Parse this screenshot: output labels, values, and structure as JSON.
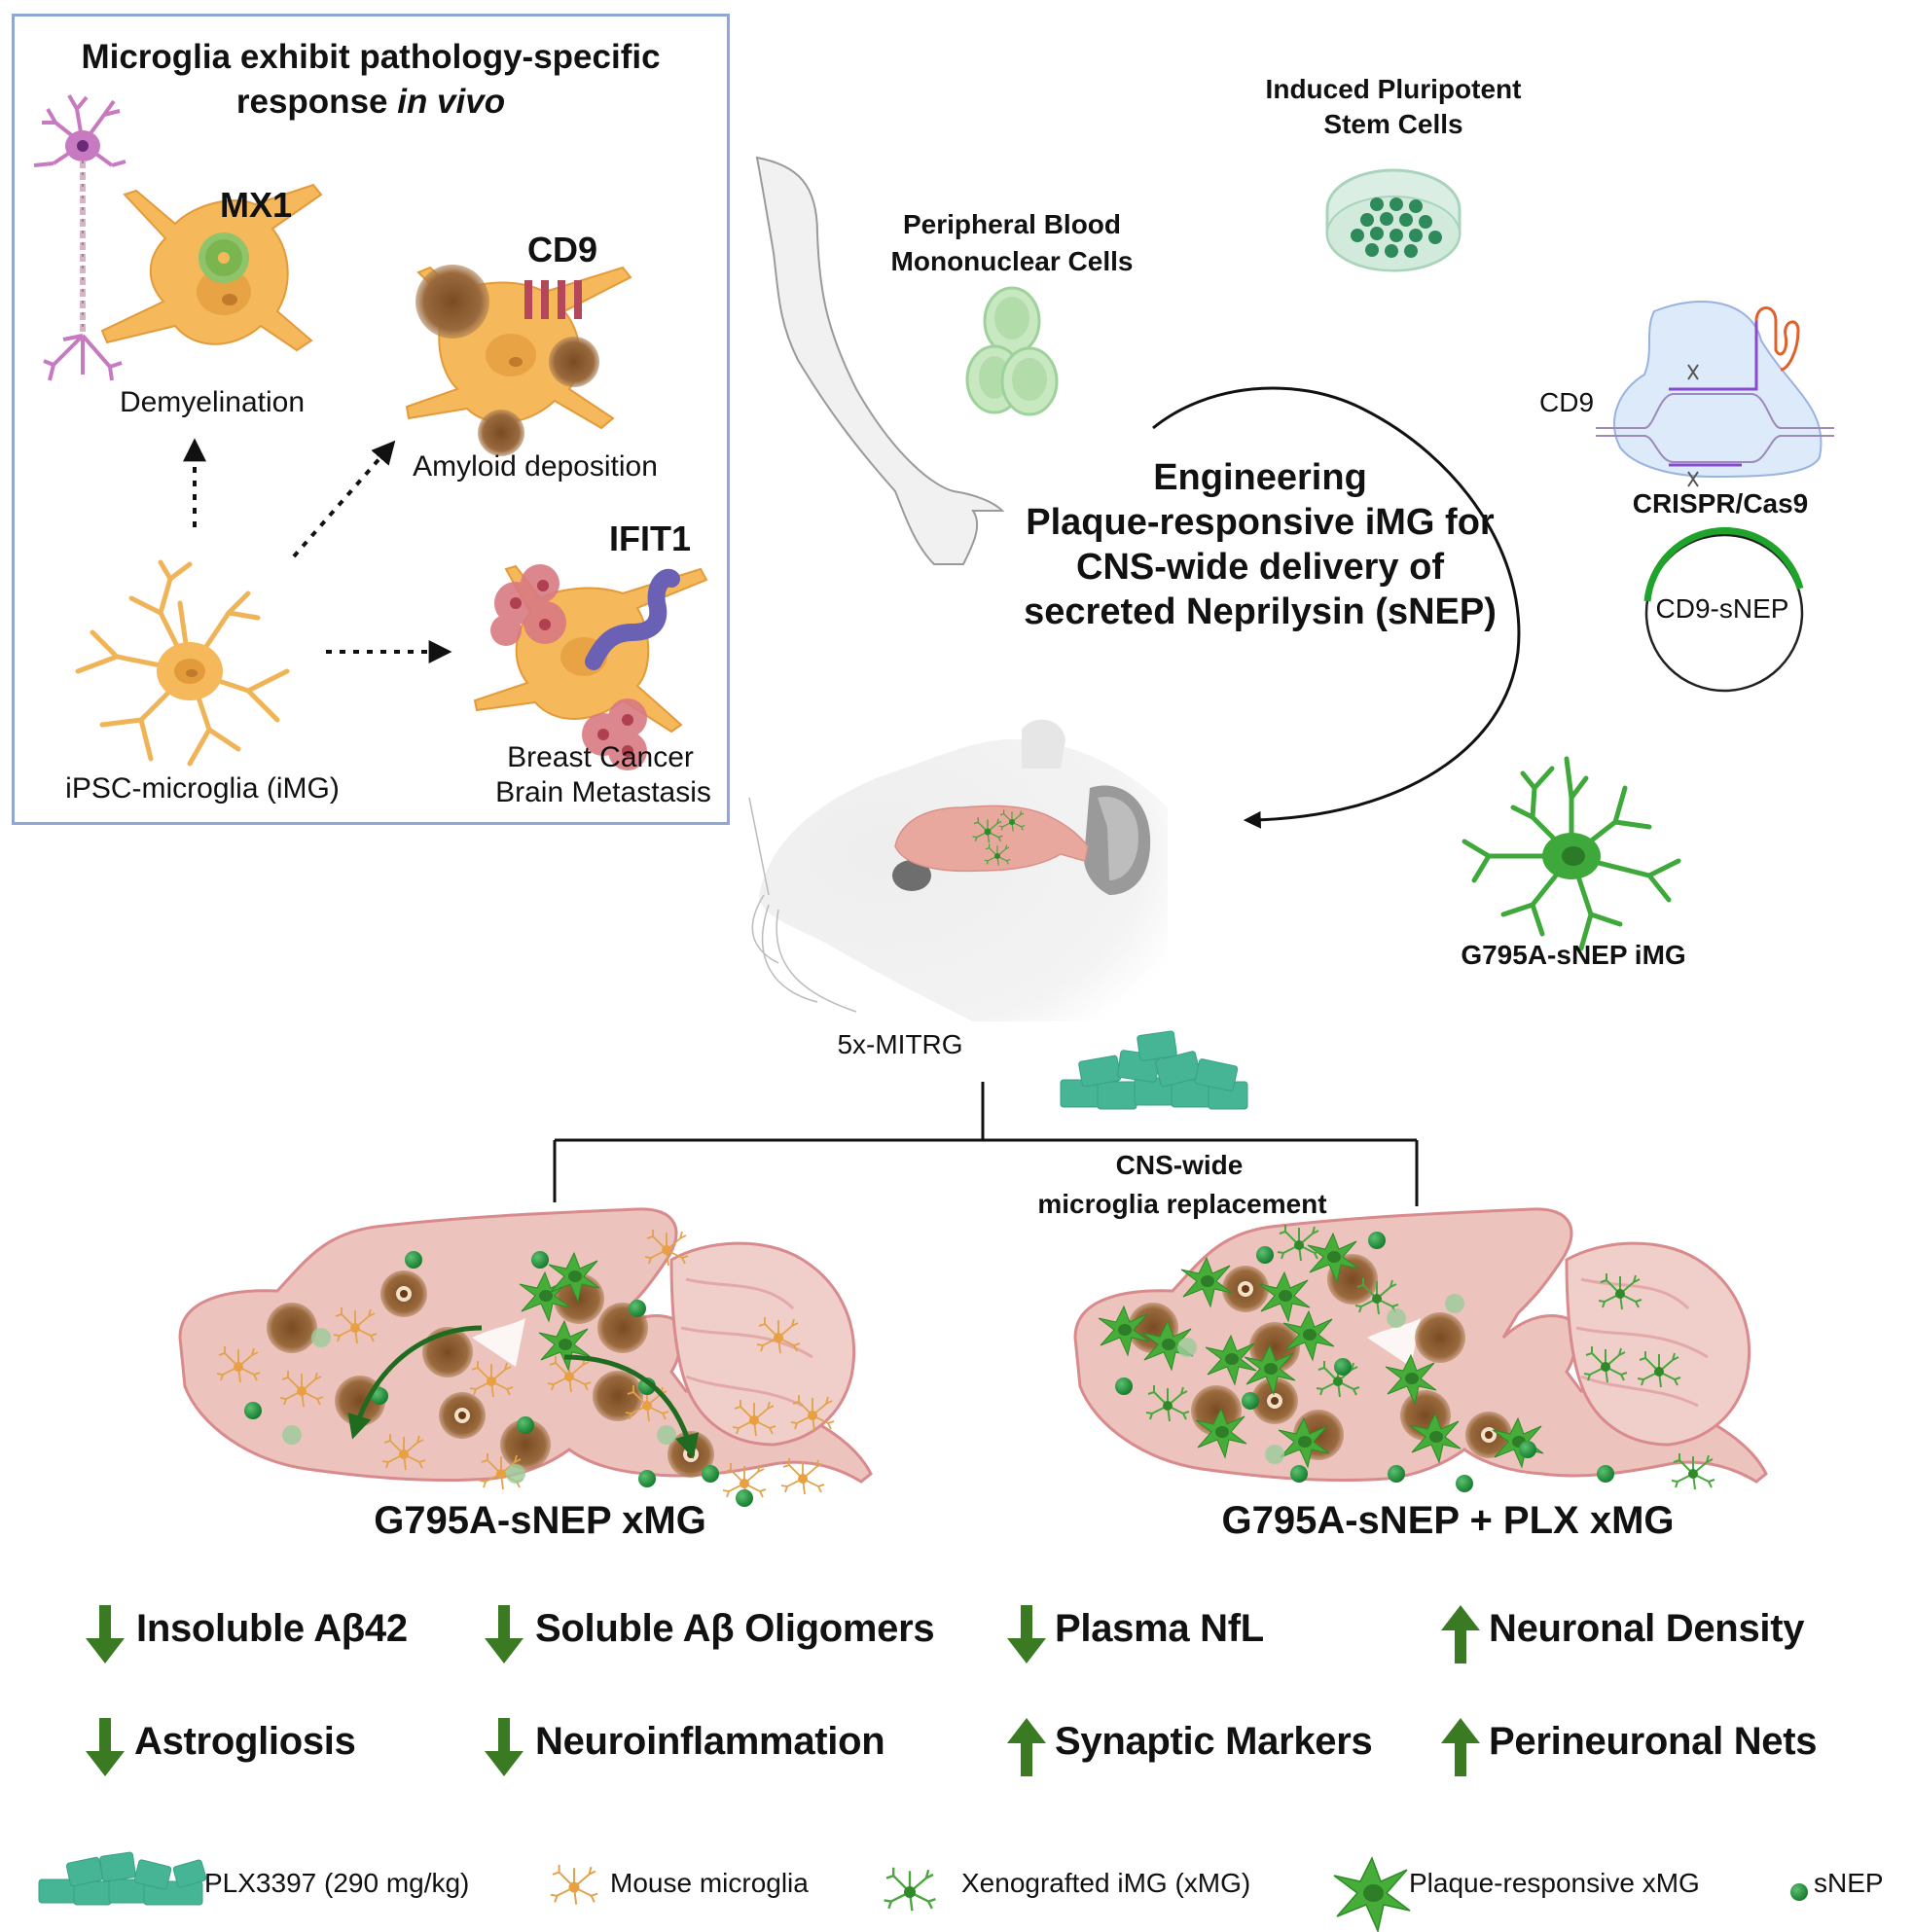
{
  "inset": {
    "title_line1": "Microglia exhibit pathology-specific",
    "title_line2_plain": "response ",
    "title_line2_italic": "in vivo",
    "markers": {
      "mx1": "MX1",
      "cd9": "CD9",
      "ifit1": "IFIT1"
    },
    "pathologies": {
      "demyelination": "Demyelination",
      "amyloid": "Amyloid deposition",
      "cancer_line1": "Breast Cancer",
      "cancer_line2": "Brain Metastasis"
    },
    "source_cell": "iPSC-microglia (iMG)",
    "border_color": "#8ea7d6"
  },
  "sources": {
    "pbmc_line1": "Peripheral Blood",
    "pbmc_line2": "Mononuclear Cells",
    "ipsc_line1": "Induced Pluripotent",
    "ipsc_line2": "Stem Cells"
  },
  "engineering": {
    "line1": "Engineering",
    "line2": "Plaque-responsive iMG for",
    "line3": "CNS-wide delivery of",
    "line4": "secreted Neprilysin (sNEP)"
  },
  "crispr": {
    "target_label": "CD9",
    "tool_label": "CRISPR/Cas9",
    "plasmid_label": "CD9-sNEP",
    "plasmid_insert_color": "#1fa32a"
  },
  "engineered_cell_label": "G795A-sNEP iMG",
  "mouse_label": "5x-MITRG",
  "treatment": {
    "line1": "CNS-wide",
    "line2": "microglia replacement"
  },
  "groups": [
    {
      "label": "G795A-sNEP xMG"
    },
    {
      "label": "G795A-sNEP + PLX xMG"
    }
  ],
  "outcomes": [
    {
      "direction": "down",
      "label": "Insoluble Aβ42"
    },
    {
      "direction": "down",
      "label": "Soluble Aβ Oligomers"
    },
    {
      "direction": "down",
      "label": "Plasma NfL"
    },
    {
      "direction": "up",
      "label": "Neuronal Density"
    },
    {
      "direction": "down",
      "label": "Astrogliosis"
    },
    {
      "direction": "down",
      "label": "Neuroinflammation"
    },
    {
      "direction": "up",
      "label": "Synaptic Markers"
    },
    {
      "direction": "up",
      "label": "Perineuronal Nets"
    }
  ],
  "legend": [
    {
      "icon": "plx-pills-icon",
      "label": "PLX3397 (290 mg/kg)"
    },
    {
      "icon": "mouse-microglia-icon",
      "label": "Mouse microglia"
    },
    {
      "icon": "xenografted-img-icon",
      "label": "Xenografted iMG (xMG)"
    },
    {
      "icon": "plaque-responsive-xmg-icon",
      "label": "Plaque-responsive xMG"
    },
    {
      "icon": "snep-icon",
      "label": "sNEP"
    }
  ],
  "colors": {
    "arrow_green": "#3a7a22",
    "microglia_orange": "#f5b85a",
    "xmg_green": "#3ea83a",
    "snep_green": "#1f8f3a",
    "brain_pink": "#e9bcb6",
    "brain_outline": "#d9868a",
    "plaque_brown": "#8a5a2e",
    "pill_teal": "#45b596"
  }
}
